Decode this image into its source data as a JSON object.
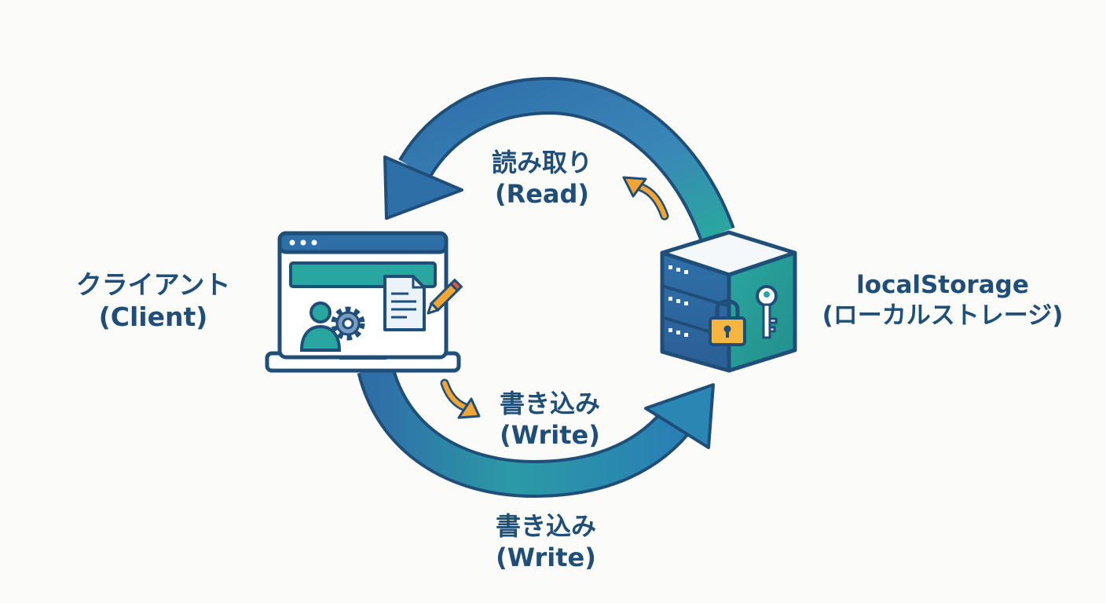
{
  "colors": {
    "navy": "#1f4e79",
    "arrow_blue": "#3a7fb9",
    "arrow_teal": "#2aa7a1",
    "accent_orange": "#f0a534",
    "lock_yellow": "#f5b53f",
    "outline": "#1f4e79",
    "background": "#fbfbfa"
  },
  "client": {
    "icon": "browser-window-laptop-icon",
    "label_ja": "クライアント",
    "label_en": "(Client)"
  },
  "storage": {
    "icon": "server-cube-lock-key-icon",
    "label_en": "localStorage",
    "label_ja": "(ローカルストレージ)"
  },
  "read": {
    "label_ja": "読み取り",
    "label_en": "(Read)",
    "icon": "small-orange-arrow-icon"
  },
  "write_inner": {
    "label_ja": "書き込み",
    "label_en": "(Write)",
    "icon": "small-orange-arrow-icon"
  },
  "write_outer": {
    "label_ja": "書き込み",
    "label_en": "(Write)"
  }
}
